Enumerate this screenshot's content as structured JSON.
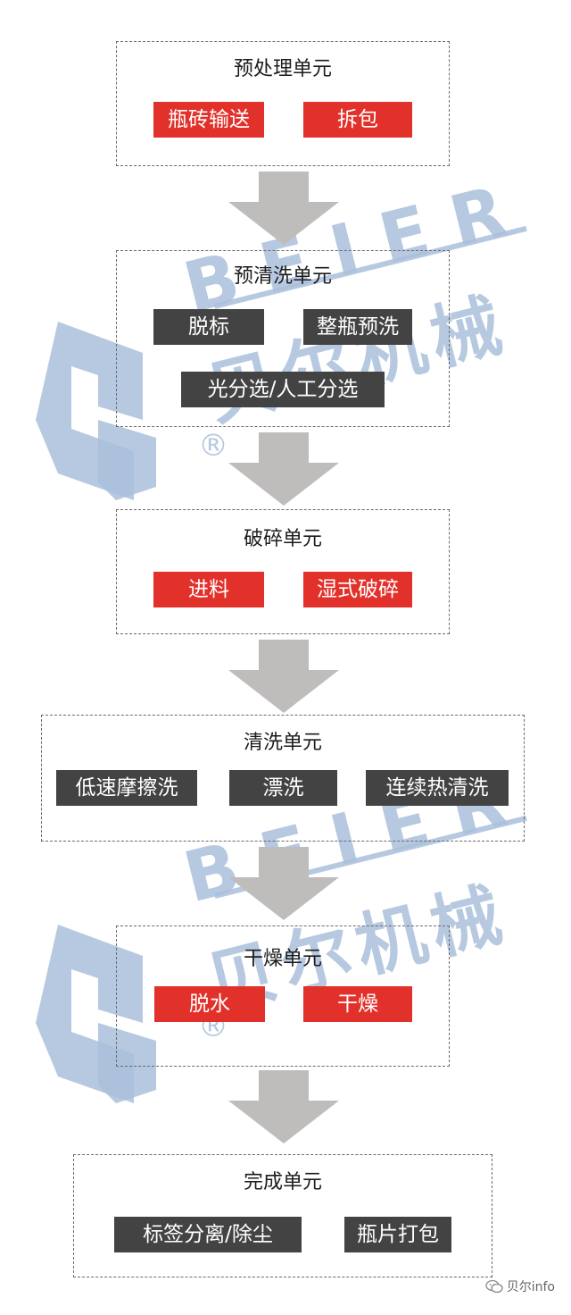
{
  "units": [
    {
      "title": "预处理单元",
      "steps": [
        {
          "label": "瓶砖输送",
          "color": "red"
        },
        {
          "label": "拆包",
          "color": "red"
        }
      ]
    },
    {
      "title": "预清洗单元",
      "steps": [
        {
          "label": "脱标",
          "color": "dark"
        },
        {
          "label": "整瓶预洗",
          "color": "dark"
        },
        {
          "label": "光分选/人工分选",
          "color": "dark"
        }
      ]
    },
    {
      "title": "破碎单元",
      "steps": [
        {
          "label": "进料",
          "color": "red"
        },
        {
          "label": "湿式破碎",
          "color": "red"
        }
      ]
    },
    {
      "title": "清洗单元",
      "steps": [
        {
          "label": "低速摩擦洗",
          "color": "dark"
        },
        {
          "label": "漂洗",
          "color": "dark"
        },
        {
          "label": "连续热清洗",
          "color": "dark"
        }
      ]
    },
    {
      "title": "干燥单元",
      "steps": [
        {
          "label": "脱水",
          "color": "red"
        },
        {
          "label": "干燥",
          "color": "red"
        }
      ]
    },
    {
      "title": "完成单元",
      "steps": [
        {
          "label": "标签分离/除尘",
          "color": "dark"
        },
        {
          "label": "瓶片打包",
          "color": "dark"
        }
      ]
    }
  ],
  "watermark": {
    "brand_latin": "BEIER",
    "brand_cn": "贝尔机械",
    "mark": "®"
  },
  "footer": {
    "text": "贝尔info",
    "icon": "wechat-icon"
  },
  "colors": {
    "red": "#e2312a",
    "dark": "#434343",
    "arrow": "#bfbcbc",
    "watermark": "#a9c0da"
  }
}
